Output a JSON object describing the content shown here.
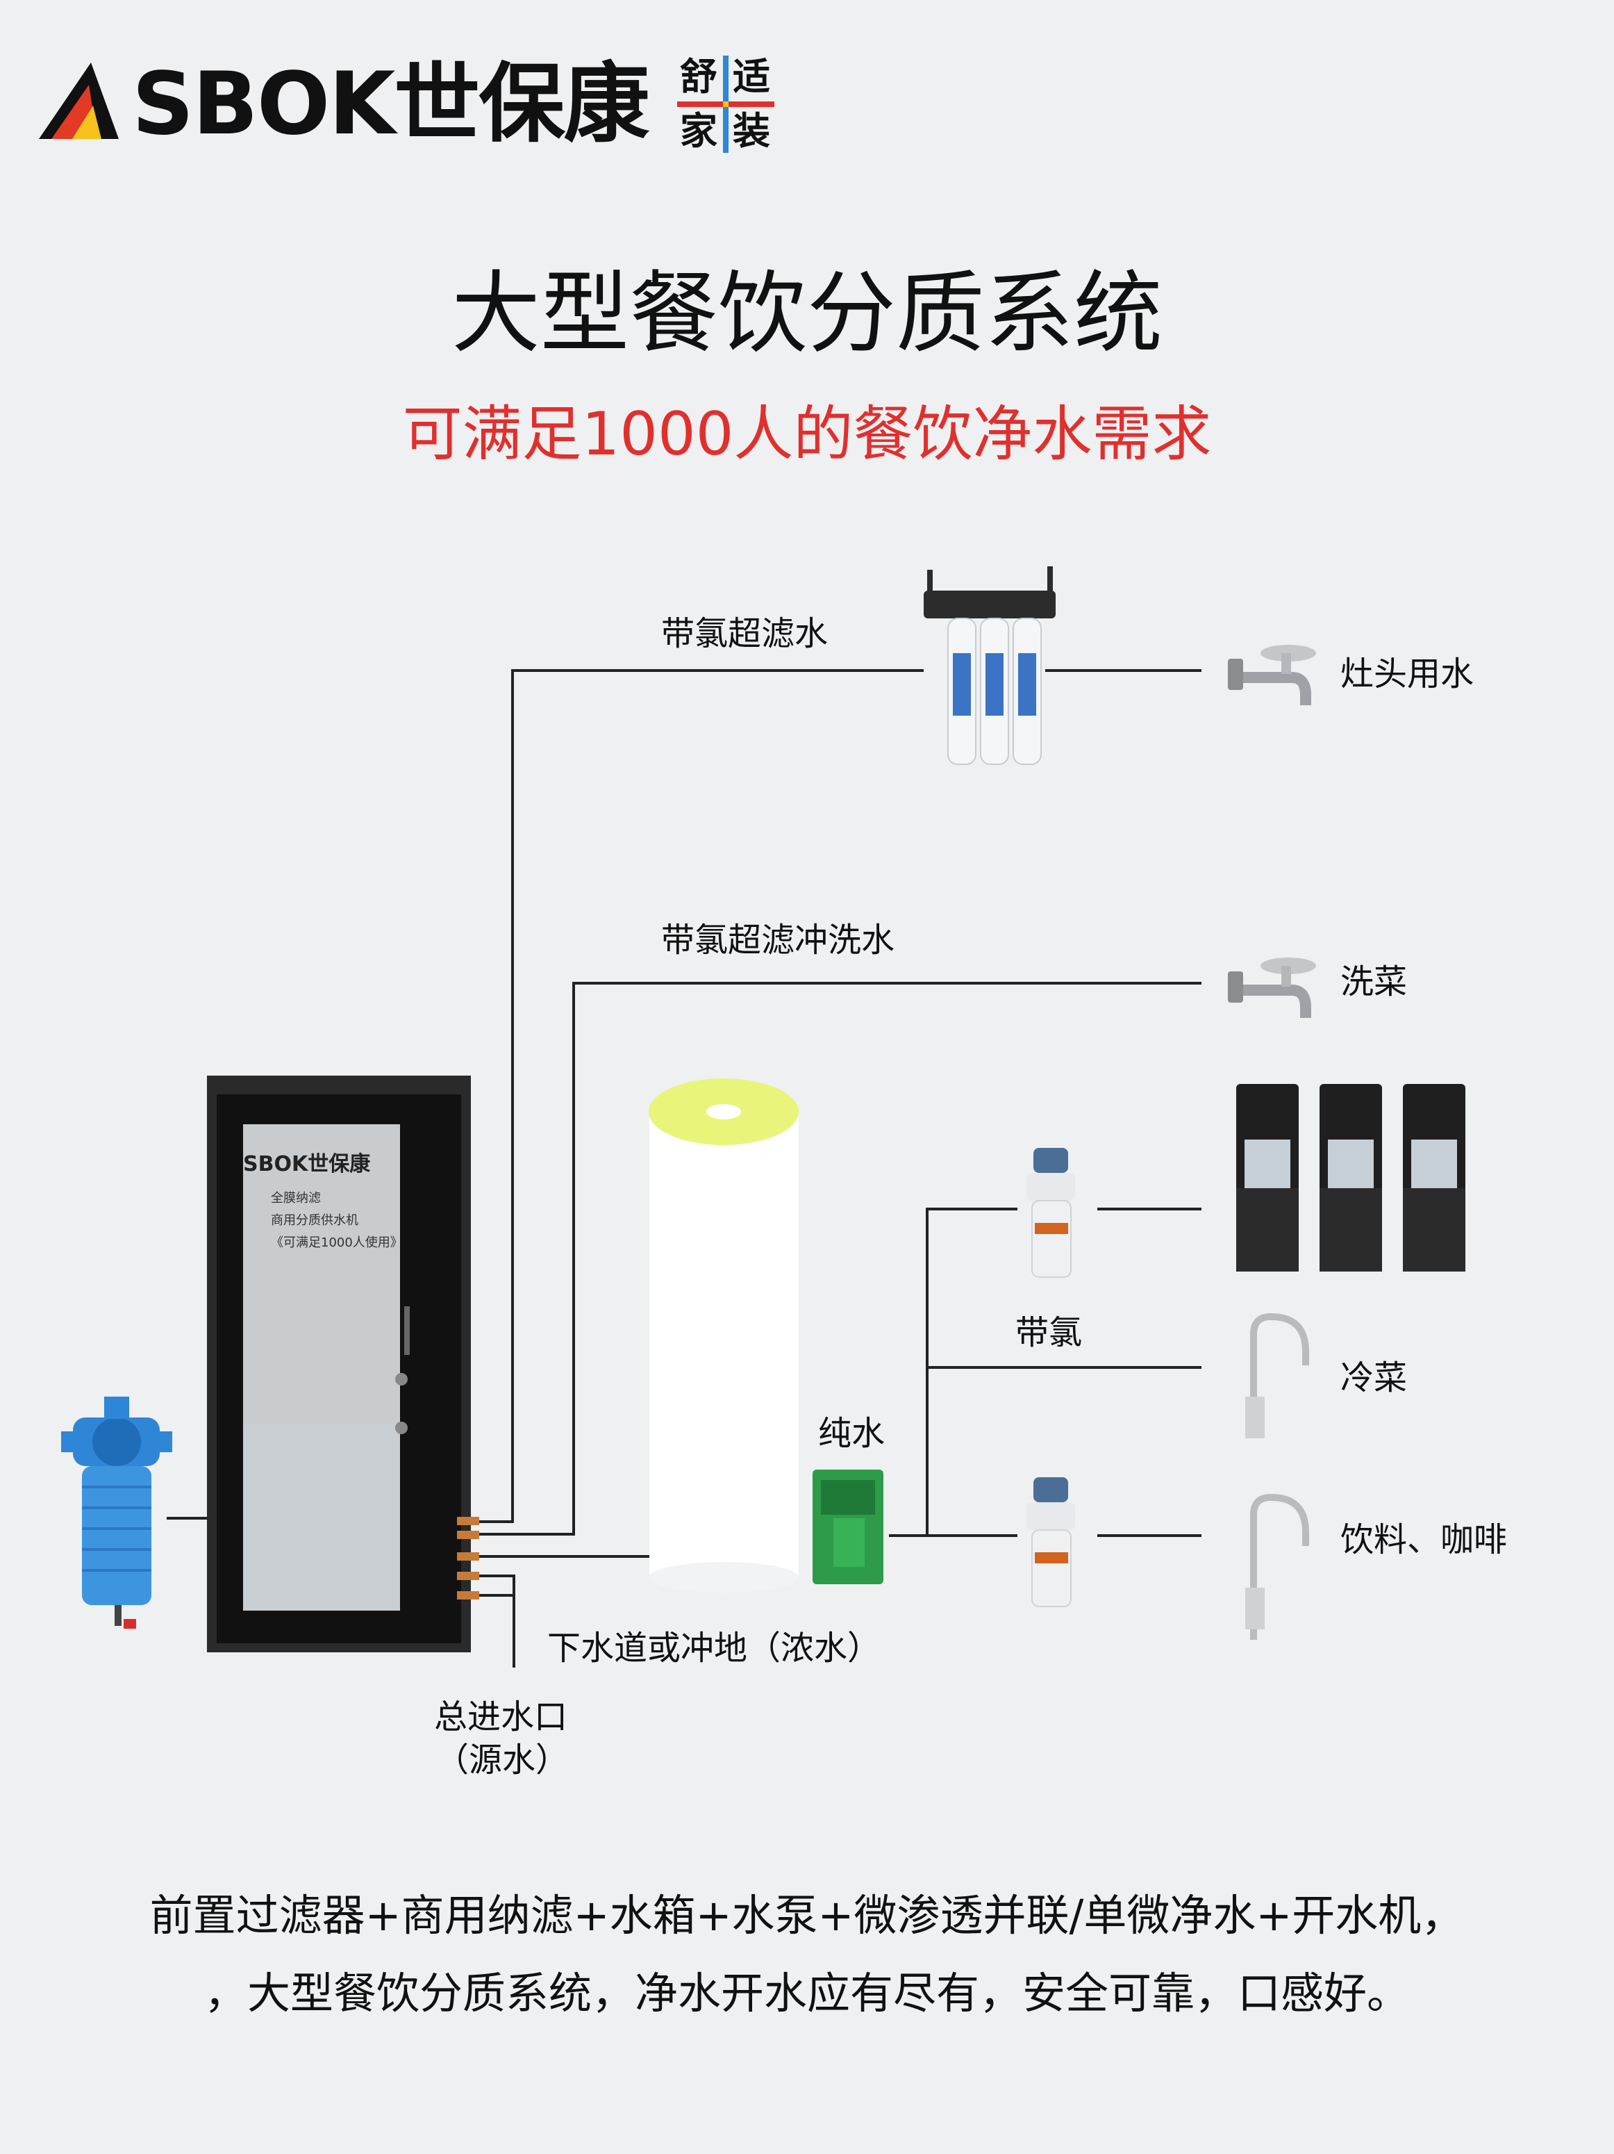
{
  "brand": {
    "name": "SBOK世保康",
    "tagline": [
      "舒",
      "适",
      "家",
      "装"
    ]
  },
  "title": "大型餐饮分质系统",
  "subtitle": "可满足1000人的餐饮净水需求",
  "cabinet": {
    "brand": "SBOK世保康",
    "line1": "全膜纳滤",
    "line2": "商用分质供水机",
    "line3": "《可满足1000人使用》"
  },
  "labels": {
    "chlorine_uf_water": "带氯超滤水",
    "stove_water": "灶头用水",
    "chlorine_uf_wash": "带氯超滤冲洗水",
    "wash_vegetables": "洗菜",
    "pure_water": "纯水",
    "with_chlorine": "带氯",
    "cold_dishes": "冷菜",
    "drinks_coffee": "饮料、咖啡",
    "drain": "下水道或冲地（浓水）",
    "main_inlet": "总进水口",
    "main_inlet_source": "（源水）"
  },
  "footer": {
    "line1": "前置过滤器+商用纳滤+水箱+水泵+微渗透并联/单微净水+开水机，",
    "line2": "，大型餐饮分质系统，净水开水应有尽有，安全可靠，口感好。"
  },
  "colors": {
    "background": "#eef0f1",
    "subtitle": "#e0302e",
    "line": "#222222",
    "tank_cap": "#e9f57a",
    "pump": "#2e9b4a",
    "prefilter": "#2f86d6"
  },
  "icons": [
    "sbok-logo-icon",
    "faucet-icon",
    "triple-filter-icon",
    "single-filter-icon",
    "water-dispenser-icon",
    "gooseneck-faucet-icon",
    "water-tank-icon",
    "pump-icon",
    "prefilter-icon",
    "cabinet-icon"
  ]
}
